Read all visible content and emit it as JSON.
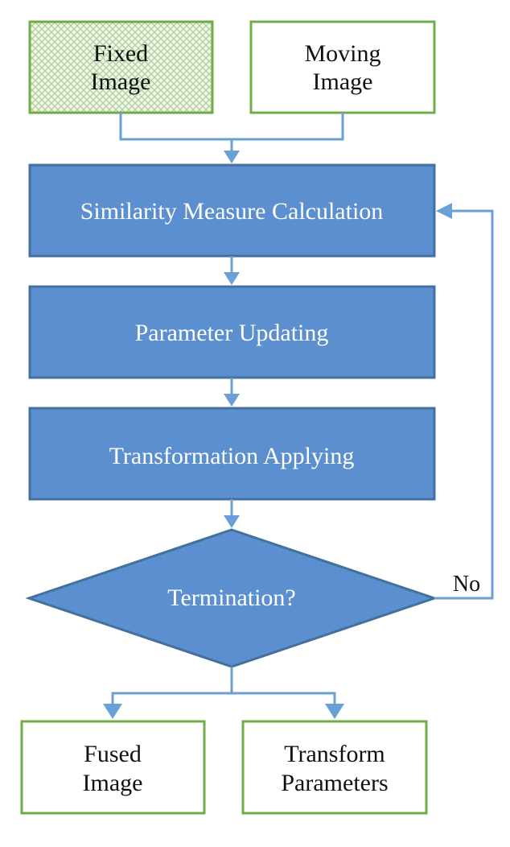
{
  "diagram": {
    "nodes": {
      "fixed_image": {
        "line1": "Fixed",
        "line2": "Image"
      },
      "moving_image": {
        "line1": "Moving",
        "line2": "Image"
      },
      "similarity": {
        "label": "Similarity Measure Calculation"
      },
      "parameter": {
        "label": "Parameter Updating"
      },
      "transformation": {
        "label": "Transformation Applying"
      },
      "termination": {
        "label": "Termination?"
      },
      "fused_image": {
        "line1": "Fused",
        "line2": "Image"
      },
      "transform_params": {
        "line1": "Transform",
        "line2": "Parameters"
      }
    },
    "edge_labels": {
      "no": "No"
    },
    "colors": {
      "process_fill": "#5b8fcf",
      "process_stroke": "#41719c",
      "io_stroke": "#70ad47",
      "arrow": "#6a9fd8",
      "hatch_fill": "#e2efd9"
    }
  }
}
